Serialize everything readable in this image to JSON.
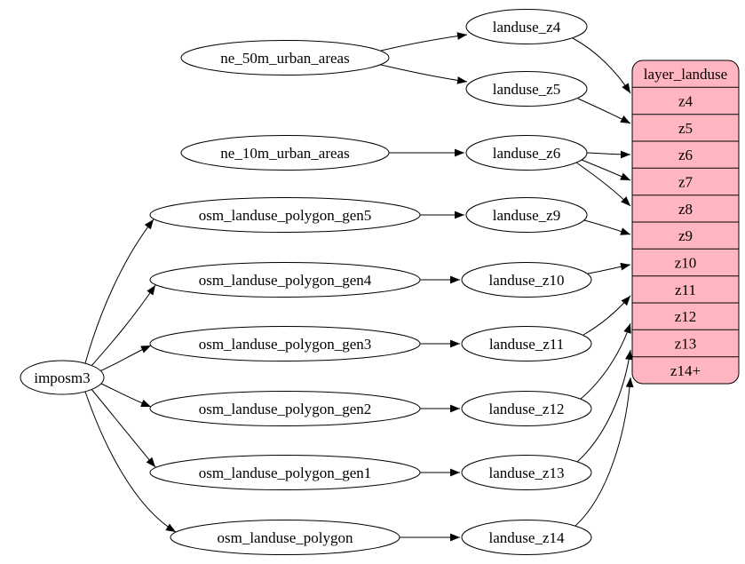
{
  "diagram": {
    "type": "graph",
    "root_node": {
      "label": "imposm3"
    },
    "source_nodes": [
      {
        "label": "ne_50m_urban_areas"
      },
      {
        "label": "ne_10m_urban_areas"
      },
      {
        "label": "osm_landuse_polygon_gen5"
      },
      {
        "label": "osm_landuse_polygon_gen4"
      },
      {
        "label": "osm_landuse_polygon_gen3"
      },
      {
        "label": "osm_landuse_polygon_gen2"
      },
      {
        "label": "osm_landuse_polygon_gen1"
      },
      {
        "label": "osm_landuse_polygon"
      }
    ],
    "layer_nodes": [
      {
        "label": "landuse_z4"
      },
      {
        "label": "landuse_z5"
      },
      {
        "label": "landuse_z6"
      },
      {
        "label": "landuse_z9"
      },
      {
        "label": "landuse_z10"
      },
      {
        "label": "landuse_z11"
      },
      {
        "label": "landuse_z12"
      },
      {
        "label": "landuse_z13"
      },
      {
        "label": "landuse_z14"
      }
    ],
    "table": {
      "title": "layer_landuse",
      "rows": [
        "z4",
        "z5",
        "z6",
        "z7",
        "z8",
        "z9",
        "z10",
        "z11",
        "z12",
        "z13",
        "z14+"
      ],
      "fill_color": "#ffb6c1",
      "border_color": "#000000"
    },
    "edges": [
      {
        "from": "imposm3",
        "to": "osm_landuse_polygon_gen5"
      },
      {
        "from": "imposm3",
        "to": "osm_landuse_polygon_gen4"
      },
      {
        "from": "imposm3",
        "to": "osm_landuse_polygon_gen3"
      },
      {
        "from": "imposm3",
        "to": "osm_landuse_polygon_gen2"
      },
      {
        "from": "imposm3",
        "to": "osm_landuse_polygon_gen1"
      },
      {
        "from": "imposm3",
        "to": "osm_landuse_polygon"
      },
      {
        "from": "ne_50m_urban_areas",
        "to": "landuse_z4"
      },
      {
        "from": "ne_50m_urban_areas",
        "to": "landuse_z5"
      },
      {
        "from": "ne_10m_urban_areas",
        "to": "landuse_z6"
      },
      {
        "from": "osm_landuse_polygon_gen5",
        "to": "landuse_z9"
      },
      {
        "from": "osm_landuse_polygon_gen4",
        "to": "landuse_z10"
      },
      {
        "from": "osm_landuse_polygon_gen3",
        "to": "landuse_z11"
      },
      {
        "from": "osm_landuse_polygon_gen2",
        "to": "landuse_z12"
      },
      {
        "from": "osm_landuse_polygon_gen1",
        "to": "landuse_z13"
      },
      {
        "from": "osm_landuse_polygon",
        "to": "landuse_z14"
      },
      {
        "from": "landuse_z4",
        "to": "layer_landuse.z4"
      },
      {
        "from": "landuse_z5",
        "to": "layer_landuse.z5"
      },
      {
        "from": "landuse_z6",
        "to": "layer_landuse.z6"
      },
      {
        "from": "landuse_z6",
        "to": "layer_landuse.z7"
      },
      {
        "from": "landuse_z6",
        "to": "layer_landuse.z8"
      },
      {
        "from": "landuse_z9",
        "to": "layer_landuse.z9"
      },
      {
        "from": "landuse_z10",
        "to": "layer_landuse.z10"
      },
      {
        "from": "landuse_z11",
        "to": "layer_landuse.z11"
      },
      {
        "from": "landuse_z12",
        "to": "layer_landuse.z12"
      },
      {
        "from": "landuse_z13",
        "to": "layer_landuse.z13"
      },
      {
        "from": "landuse_z14",
        "to": "layer_landuse.z14+"
      }
    ]
  }
}
